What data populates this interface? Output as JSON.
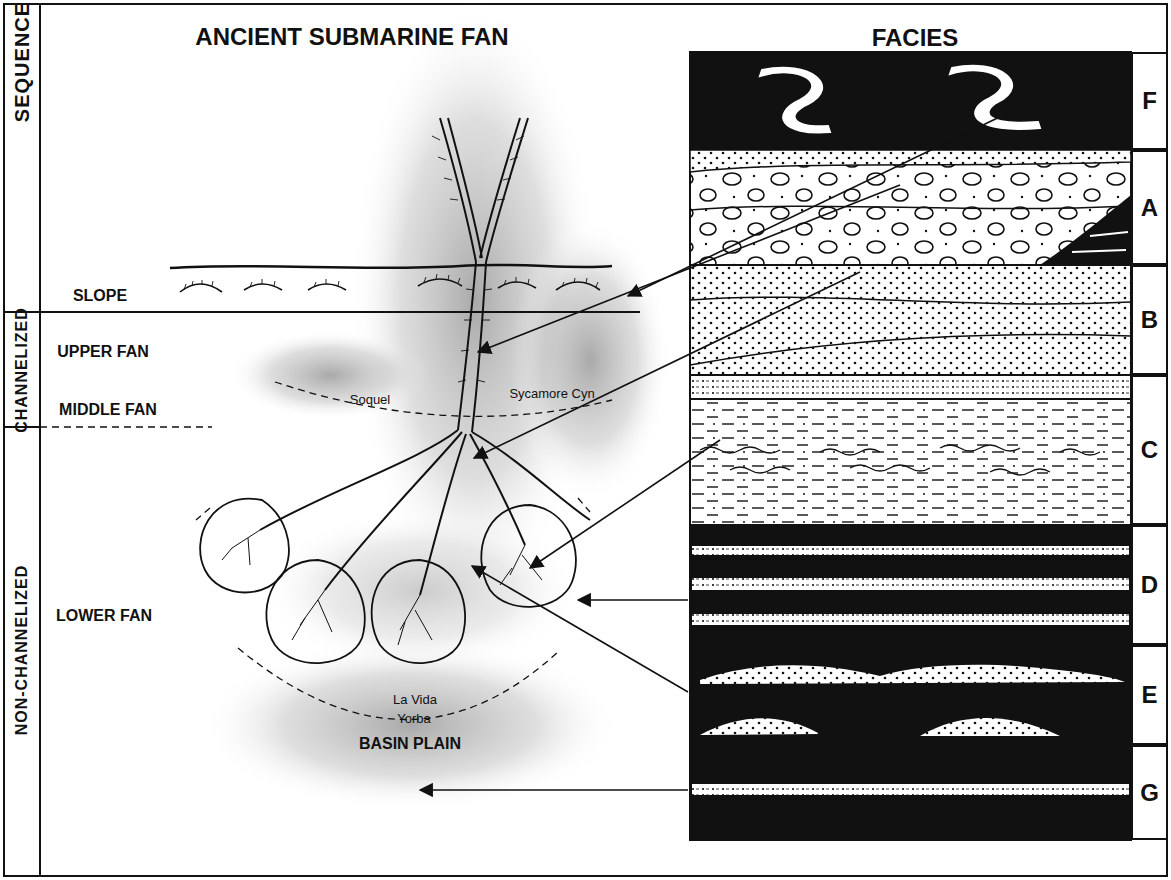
{
  "diagram": {
    "title": "ANCIENT SUBMARINE FAN",
    "nodes": [
      {
        "text": [
          "F"
        ]
      },
      {
        "text": [
          "A"
        ]
      },
      {
        "text": [
          "B"
        ]
      },
      {
        "text": [
          "C"
        ]
      },
      {
        "text": [
          "D"
        ]
      },
      {
        "text": [
          "E"
        ]
      },
      {
        "text": [
          "G"
        ]
      }
    ],
    "labels": [
      "FACIES",
      "SEQUENCE",
      "CHANNELIZED",
      "NON-CHANNELIZED",
      "SLOPE",
      "UPPER FAN",
      "MIDDLE FAN",
      "LOWER FAN",
      "BASIN PLAIN",
      "Soquel",
      "Sycamore Cyn",
      "La Vida",
      "Yorba"
    ]
  }
}
